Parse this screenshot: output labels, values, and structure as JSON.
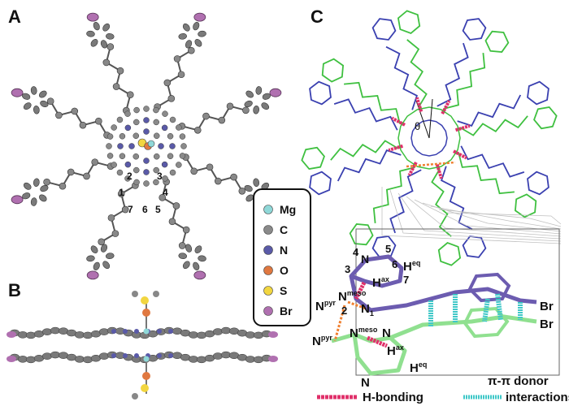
{
  "panels": {
    "a": "A",
    "b": "B",
    "c": "C"
  },
  "panel_a": {
    "numbers": [
      "1",
      "2",
      "3",
      "4",
      "5",
      "6",
      "7"
    ]
  },
  "legend": {
    "items": [
      {
        "label": "Mg",
        "color": "#8fd8d8"
      },
      {
        "label": "C",
        "color": "#8a8a8a"
      },
      {
        "label": "N",
        "color": "#5a5aa8"
      },
      {
        "label": "O",
        "color": "#e07840"
      },
      {
        "label": "S",
        "color": "#f2d640"
      },
      {
        "label": "Br",
        "color": "#b070b0"
      }
    ]
  },
  "panel_c": {
    "theta": "θ",
    "labels": {
      "n4": "4",
      "n5": "5",
      "n3": "3",
      "n6": "6",
      "n7": "7",
      "n2": "2",
      "heq1": "H",
      "heq1_sup": "eq",
      "hax1": "H",
      "hax1_sup": "ax",
      "nmeso1": "N",
      "nmeso1_sup": "meso",
      "npyr1": "N",
      "npyr1_sup": "pyr",
      "n1": "N",
      "n1_sub": "1",
      "npyr2": "N",
      "npyr2_sup": "pyr",
      "nmeso2": "N",
      "nmeso2_sup": "meso",
      "n_mid": "N",
      "hax2": "H",
      "hax2_sup": "ax",
      "heq2": "H",
      "heq2_sup": "eq",
      "n_bottom": "N",
      "n_top": "N",
      "br1": "Br",
      "br2": "Br"
    },
    "key": {
      "hbond": "H-bonding",
      "pipi_line1": "π-π donor",
      "pipi_line2": "interactions"
    },
    "colors": {
      "blue": "#3a40b0",
      "green": "#3fc040",
      "purple": "#6c5cb0",
      "lightgreen": "#90e090",
      "hbond": "#e0306a",
      "pipi": "#40c8c8",
      "orange": "#f08030"
    }
  }
}
